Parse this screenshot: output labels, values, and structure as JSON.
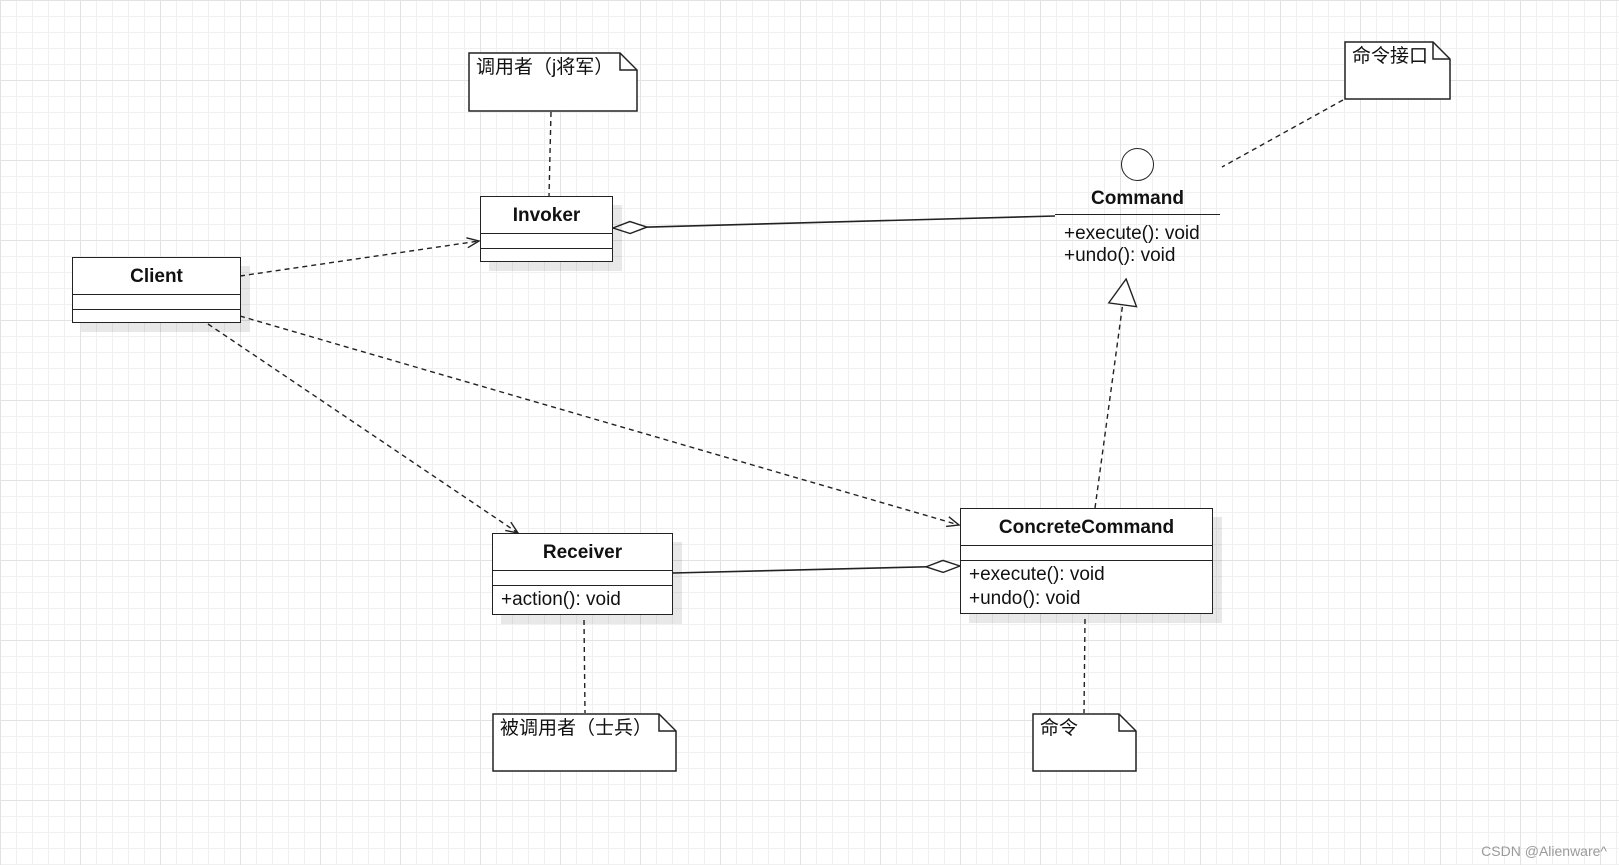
{
  "classes": {
    "client": {
      "name": "Client",
      "operations": []
    },
    "invoker": {
      "name": "Invoker",
      "operations": []
    },
    "receiver": {
      "name": "Receiver",
      "operations": [
        "+action(): void"
      ]
    },
    "concrete_command": {
      "name": "ConcreteCommand",
      "operations": [
        "+execute(): void",
        "+undo(): void"
      ]
    }
  },
  "interface": {
    "name": "Command",
    "operations": [
      "+execute(): void",
      "+undo(): void"
    ]
  },
  "notes": {
    "invoker_note": "调用者（j将军）",
    "command_note": "命令接口",
    "receiver_note": "被调用者（士兵）",
    "concrete_note": "命令"
  },
  "relations": [
    {
      "from": "Client",
      "to": "Invoker",
      "type": "dependency"
    },
    {
      "from": "Client",
      "to": "Receiver",
      "type": "dependency"
    },
    {
      "from": "Client",
      "to": "ConcreteCommand",
      "type": "dependency"
    },
    {
      "from": "Invoker",
      "to": "Command",
      "type": "aggregation"
    },
    {
      "from": "ConcreteCommand",
      "to": "Receiver",
      "type": "aggregation"
    },
    {
      "from": "ConcreteCommand",
      "to": "Command",
      "type": "realization"
    }
  ],
  "watermark": "CSDN @Alienware^"
}
